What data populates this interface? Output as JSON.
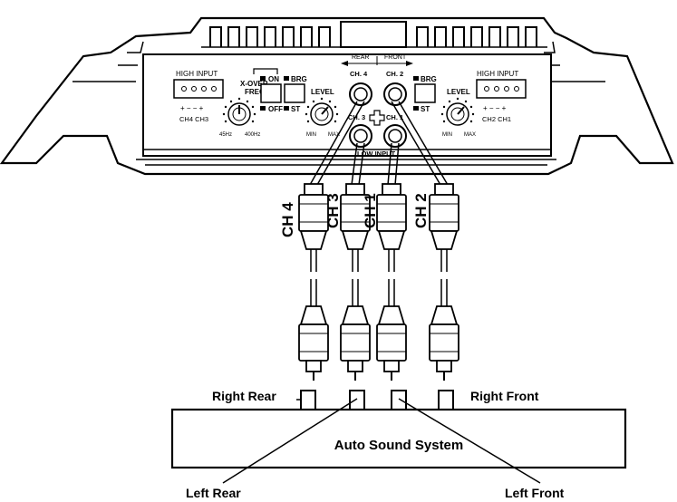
{
  "amp": {
    "high_input_left": "HIGH INPUT",
    "high_input_right": "HIGH INPUT",
    "left_polarity": "+ − − +",
    "right_polarity": "+ − − +",
    "left_ch_labels": "CH4 CH3",
    "right_ch_labels": "CH2 CH1",
    "xover_line1": "X-OVER",
    "xover_line2": "FREQ",
    "xover_min": "45Hz",
    "xover_max": "400Hz",
    "switch_on": "ON",
    "switch_off": "OFF",
    "brg_left": "BRG",
    "st_left": "ST",
    "brg_right": "BRG",
    "st_right": "ST",
    "level_left": "LEVEL",
    "level_right": "LEVEL",
    "min_left": "MIN",
    "max_left": "MAX",
    "min_right": "MIN",
    "max_right": "MAX",
    "rear": "REAR",
    "front": "FRONT",
    "ch4": "CH. 4",
    "ch3": "CH. 3",
    "ch2": "CH. 2",
    "ch1": "CH. 1",
    "low_input": "LOW INPUT"
  },
  "cables": {
    "ch4": "CH 4",
    "ch3": "CH 3",
    "ch1": "CH 1",
    "ch2": "CH 2"
  },
  "head_unit": {
    "title": "Auto Sound System",
    "right_rear": "Right Rear",
    "right_front": "Right Front",
    "left_rear": "Left Rear",
    "left_front": "Left Front"
  }
}
